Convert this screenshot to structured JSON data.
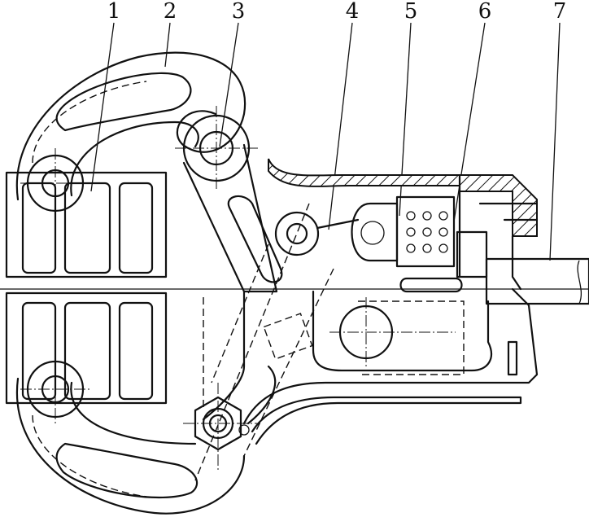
{
  "callouts": [
    {
      "id": "1",
      "label": "1"
    },
    {
      "id": "2",
      "label": "2"
    },
    {
      "id": "3",
      "label": "3"
    },
    {
      "id": "4",
      "label": "4"
    },
    {
      "id": "5",
      "label": "5"
    },
    {
      "id": "6",
      "label": "6"
    },
    {
      "id": "7",
      "label": "7"
    }
  ],
  "colors": {
    "ink": "#111111",
    "paper": "#ffffff"
  }
}
